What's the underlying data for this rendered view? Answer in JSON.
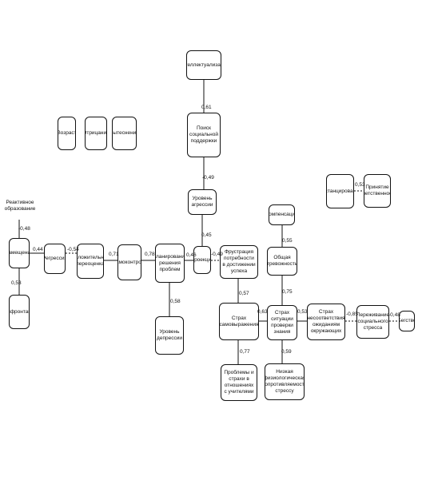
{
  "nodes": {
    "intellect": "Интеллектуализация",
    "seek_support": "Поиск социальной поддержки",
    "aggression": "Уровень агрессии",
    "reactive": "Реактивное образование",
    "displacement": "Замещение",
    "regression": "Регрессия",
    "positive_reappraisal": "Положительная переоценка",
    "self_control": "Самоконтроль",
    "planning": "Планирование решения проблем",
    "projection": "Проекция",
    "frustration": "Фрустрация потребности в достижении успеха",
    "compensation": "Компенсация",
    "general_anxiety": "Общая тревожность",
    "confrontation": "Конфронтация",
    "depression": "Уровень депрессии",
    "fear_self_expression": "Страх самовыражения",
    "fear_knowledge_test": "Страх ситуации проверки знания",
    "fear_not_meeting": "Страх несоответствия ожиданиям окружающих",
    "social_stress": "Переживание социального стресса",
    "escape": "Бегство",
    "teacher_problems": "Проблемы и страхи в отношениях с учителями",
    "low_physio_resistance": "Низкая физиологическая сопротивляемость стрессу",
    "distancing": "Дистанцирование",
    "accept_responsibility": "Принятие ответственности",
    "age": "Возраст",
    "denial": "Отрицание",
    "suppression": "Вытеснение"
  },
  "edge_labels": {
    "intellect_seek": "0,61",
    "seek_aggr": "-0,49",
    "aggr_proj": "0,45",
    "reactive_displ": "-0,48",
    "displ_regr": "0,44",
    "regr_pos": "-0,54",
    "pos_self": "0,71",
    "self_plan": "0,78",
    "plan_proj": "0,46",
    "plan_depr": "0,58",
    "proj_frus": "-0,49",
    "displ_conf": "0,53",
    "frus_fse": "0,57",
    "comp_anx": "0,55",
    "anx_fkt": "0,75",
    "fse_fkt": "0,63",
    "fkt_fnm": "0,53",
    "fnm_sst": "-0,85",
    "sst_esc": "-0,48",
    "fse_teach": "0,77",
    "fkt_low": "0,59",
    "dist_acc": "0,53"
  }
}
